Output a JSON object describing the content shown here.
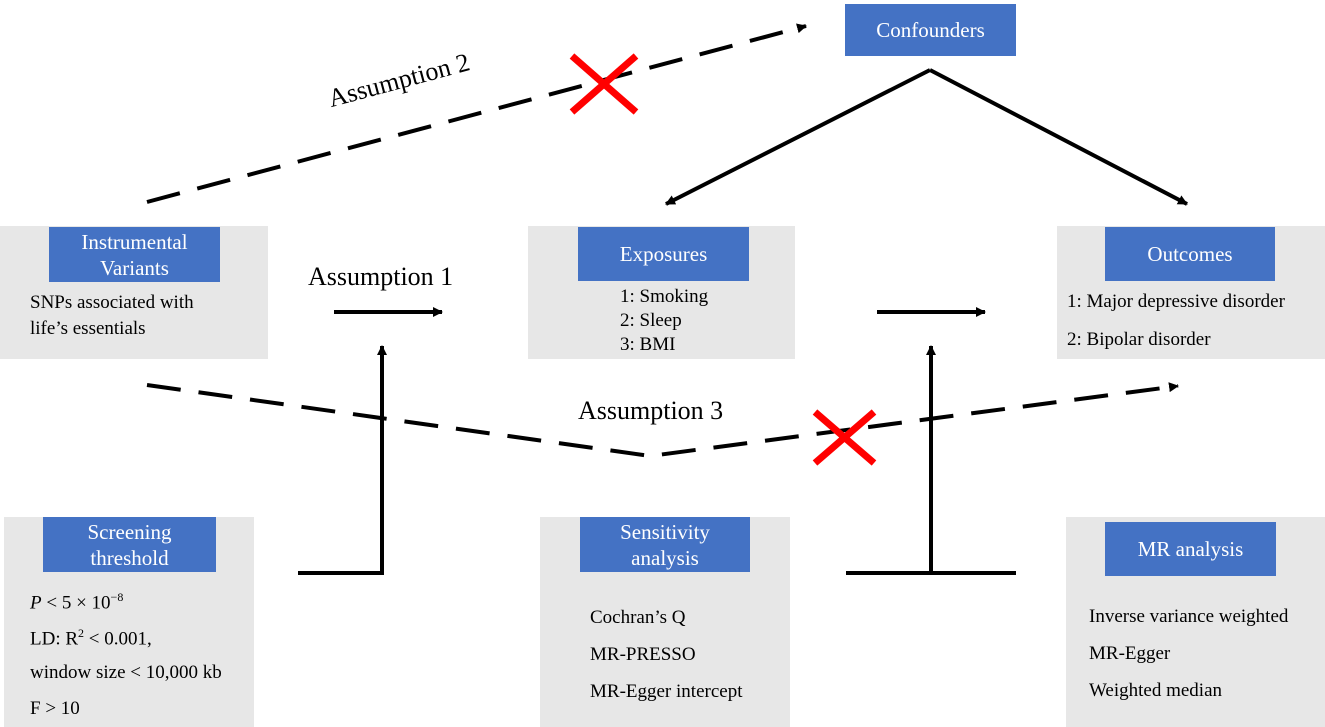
{
  "confounders": {
    "title": "Confounders"
  },
  "instrumental": {
    "title_lines": [
      "Instrumental",
      "Variants"
    ],
    "lines": [
      "SNPs associated with",
      "life’s essentials"
    ]
  },
  "exposures": {
    "title": "Exposures",
    "lines": [
      "1: Smoking",
      "2: Sleep",
      "3: BMI"
    ]
  },
  "outcomes": {
    "title": "Outcomes",
    "lines": [
      "1: Major depressive disorder",
      "2: Bipolar disorder"
    ]
  },
  "screening": {
    "title_lines": [
      "Screening",
      "threshold"
    ],
    "line1_p": "P",
    "line1_rest": " < 5 × 10",
    "line1_exp": "−8",
    "line2_pre": "LD: R",
    "line2_sup": "2",
    "line2_post": " < 0.001,",
    "line3": "window size < 10,000 kb",
    "line4": "F > 10"
  },
  "sensitivity": {
    "title_lines": [
      "Sensitivity",
      "analysis"
    ],
    "lines": [
      "Cochran’s Q",
      "MR-PRESSO",
      "MR-Egger intercept"
    ]
  },
  "mr_analysis": {
    "title": "MR analysis",
    "lines": [
      "Inverse variance weighted",
      "MR-Egger",
      "Weighted median"
    ]
  },
  "assumptions": {
    "a1": "Assumption 1",
    "a2": "Assumption 2",
    "a3": "Assumption 3"
  },
  "colors": {
    "header_fill": "#4472c4",
    "panel_fill": "#e7e7e7",
    "violation_mark": "#ff0000"
  }
}
